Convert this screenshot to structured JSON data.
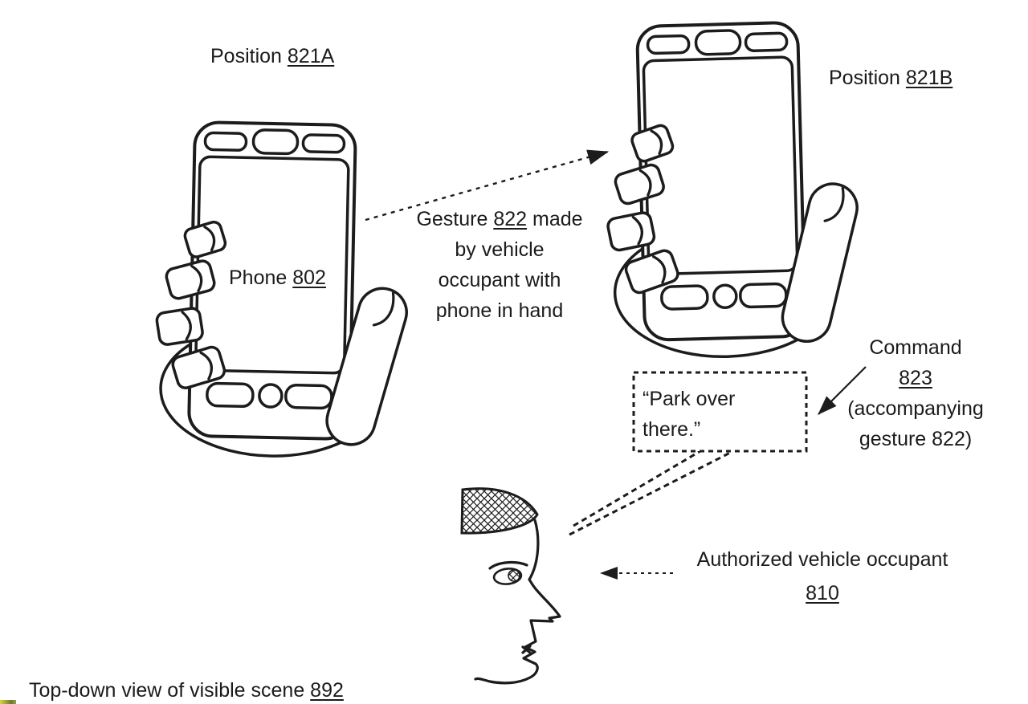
{
  "page": {
    "background": "#ffffff",
    "ink": "#1b1b1b",
    "artifact_color": "#6a7a33"
  },
  "labels": {
    "position_a": {
      "prefix": "Position ",
      "ref": "821A"
    },
    "position_b": {
      "prefix": "Position ",
      "ref": "821B"
    },
    "phone": {
      "prefix": "Phone ",
      "ref": "802"
    },
    "gesture": {
      "line1_pre": "Gesture ",
      "ref": "822",
      "line1_post": " made",
      "line2": "by vehicle",
      "line3": "occupant with",
      "line4": "phone in hand"
    },
    "speech": {
      "line1": "“Park over",
      "line2": "there.”"
    },
    "command": {
      "line1": "Command",
      "ref": "823",
      "line3": "(accompanying",
      "line4": "gesture 822)"
    },
    "occupant": {
      "line1": "Authorized vehicle occupant",
      "ref": "810"
    },
    "caption": {
      "prefix": "Top-down view of visible scene ",
      "ref": "892"
    }
  },
  "art": {
    "phone_in_hand_a": "hand holding phone, position 821A",
    "phone_in_hand_b": "hand holding phone, position 821B",
    "occupant_head": "profile head of vehicle occupant",
    "gesture_arrow": "dashed arrow from position 821A to 821B",
    "speech_box": "dashed speech box with tail",
    "command_arrow": "solid arrow pointing to speech box",
    "occupant_arrow": "dashed arrow pointing to occupant head"
  }
}
